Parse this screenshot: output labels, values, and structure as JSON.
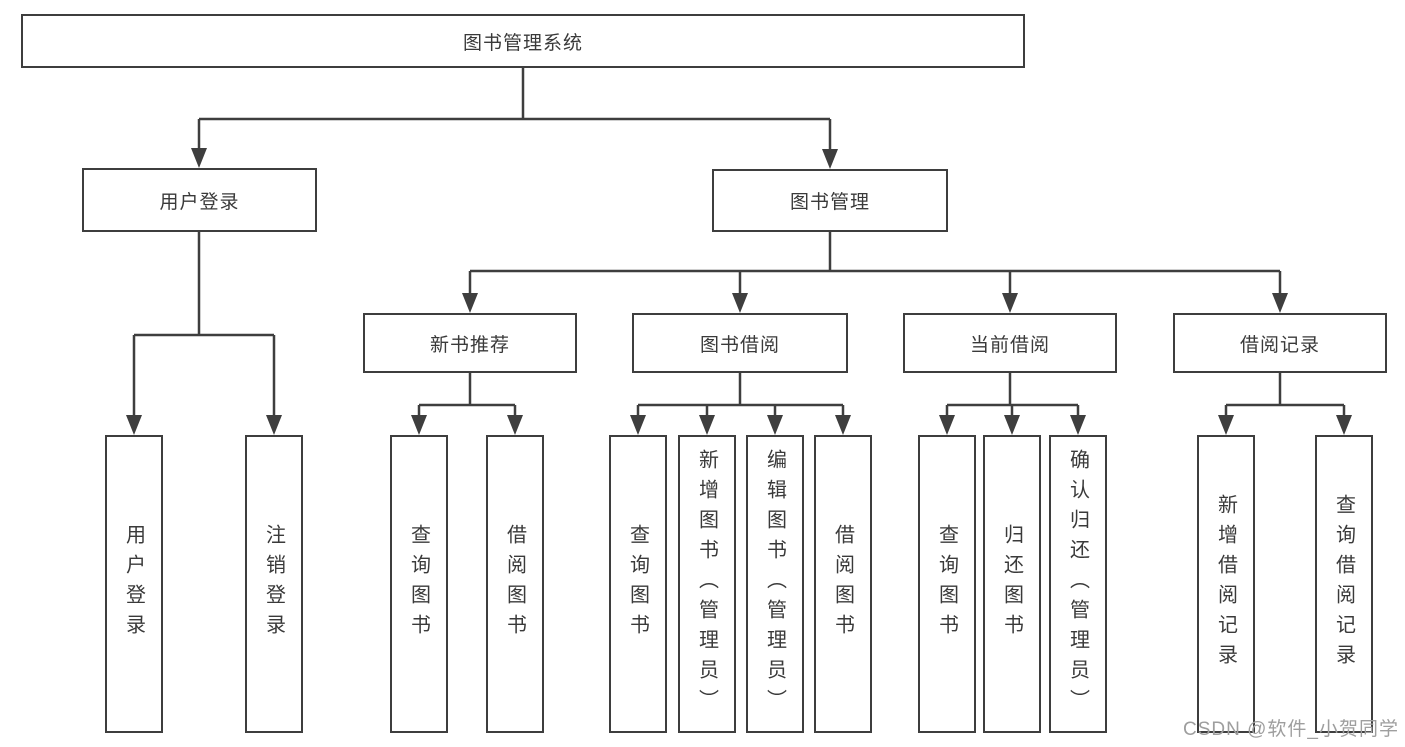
{
  "tree": {
    "label": "图书管理系统",
    "children": [
      {
        "label": "用户登录",
        "children": [
          {
            "label": "用户登录"
          },
          {
            "label": "注销登录"
          }
        ]
      },
      {
        "label": "图书管理",
        "children": [
          {
            "label": "新书推荐",
            "children": [
              {
                "label": "查询图书"
              },
              {
                "label": "借阅图书"
              }
            ]
          },
          {
            "label": "图书借阅",
            "children": [
              {
                "label": "查询图书"
              },
              {
                "label": "新增图书（管理员）"
              },
              {
                "label": "编辑图书（管理员）"
              },
              {
                "label": "借阅图书"
              }
            ]
          },
          {
            "label": "当前借阅",
            "children": [
              {
                "label": "查询图书"
              },
              {
                "label": "归还图书"
              },
              {
                "label": "确认归还（管理员）"
              }
            ]
          },
          {
            "label": "借阅记录",
            "children": [
              {
                "label": "新增借阅记录"
              },
              {
                "label": "查询借阅记录"
              }
            ]
          }
        ]
      }
    ]
  },
  "watermark": "CSDN @软件_小贺同学",
  "colors": {
    "line": "#3e3e3e",
    "text": "#3a3a3a",
    "background": "#ffffff",
    "watermark": "#9e9e9e"
  }
}
